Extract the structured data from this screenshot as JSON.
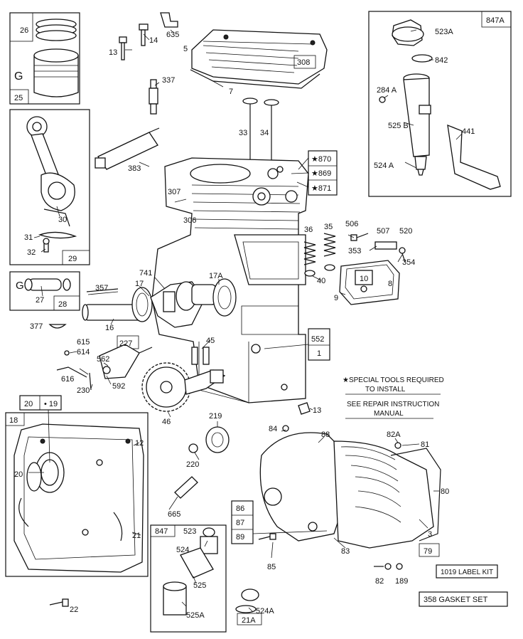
{
  "callouts": {
    "c26": "26",
    "c25": "25",
    "cG": "G",
    "c13a": "13",
    "c14": "14",
    "c635": "635",
    "c5": "5",
    "c308": "308",
    "c7": "7",
    "c337": "337",
    "c30": "30",
    "c31": "31",
    "c32": "32",
    "c29": "29",
    "c27": "27",
    "c28": "28",
    "c383": "383",
    "c33": "33",
    "c34": "34",
    "c307": "307",
    "c306": "306",
    "c870": "★870",
    "c869": "★869",
    "c871": "★871",
    "c847A": "847A",
    "c523A": "523A",
    "c842": "842",
    "c284A": "284 A",
    "c525B": "525 B",
    "c441": "441",
    "c524A": "524 A",
    "c741": "741",
    "c357": "357",
    "c17": "17",
    "c17A": "17A",
    "c16": "16",
    "c377": "377",
    "c36": "36",
    "c35": "35",
    "c506": "506",
    "c507": "507",
    "c520": "520",
    "c353": "353",
    "c354": "354",
    "c10": "10",
    "c8": "8",
    "c9": "9",
    "c40": "40",
    "c552": "552",
    "c1": "1",
    "c615": "615",
    "c614": "614",
    "c227": "227",
    "c562": "562",
    "c616": "616",
    "c230": "230",
    "c592": "592",
    "c45": "45",
    "c46": "46",
    "c13b": "13",
    "c20a": "20",
    "c19": "• 19",
    "c18": "18",
    "c12": "12",
    "c20b": "20",
    "c219": "219",
    "c220": "220",
    "c665": "665",
    "c21": "21",
    "c22": "22",
    "c847": "847",
    "c523": "523",
    "c524": "524",
    "c525": "525",
    "c525A": "525A",
    "c524A2": "524A",
    "c21A": "21A",
    "c84": "84",
    "c88": "88",
    "c82A": "82A",
    "c81": "81",
    "c80": "80",
    "c86": "86",
    "c87": "87",
    "c89": "89",
    "c83": "83",
    "c85": "85",
    "c3": "3",
    "c79": "79",
    "c82": "82",
    "c189": "189"
  },
  "notes": {
    "special_tools_line1": "★SPECIAL TOOLS REQUIRED",
    "special_tools_line2": "TO INSTALL",
    "see_repair_line1": "SEE REPAIR INSTRUCTION",
    "see_repair_line2": "MANUAL",
    "label_kit": "1019 LABEL KIT",
    "gasket_set": "358 GASKET SET"
  }
}
